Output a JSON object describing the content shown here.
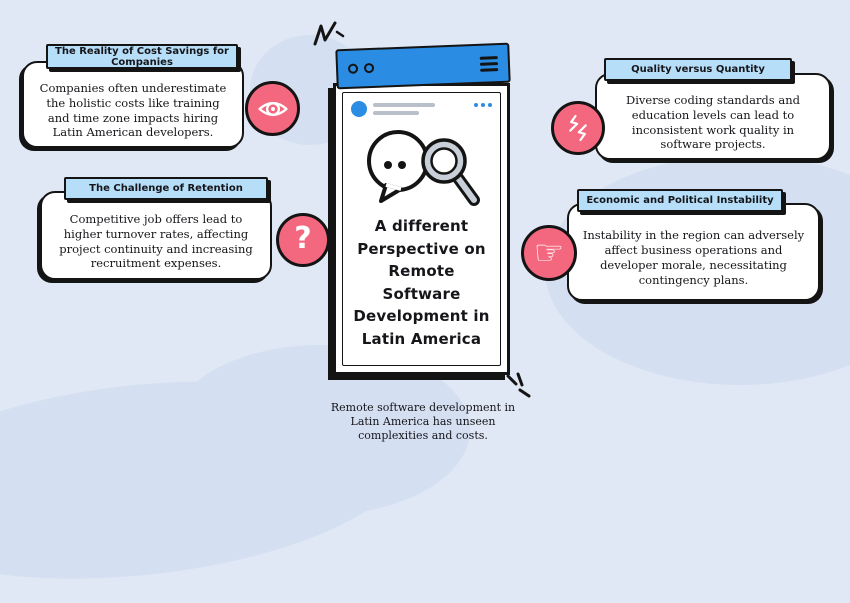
{
  "page": {
    "background": "#dfe8f4",
    "blob_color": "#d4dff1"
  },
  "colors": {
    "accent_blue": "#2a8ce2",
    "callout_header_fill": "#b6def8",
    "icon_pink": "#f4687f",
    "ink": "#141414",
    "placeholder_gray": "#b9c0c9",
    "lens_gray": "#c9cfd8"
  },
  "callouts": [
    {
      "title": "The Reality of Cost Savings for Companies",
      "body": "Companies often underestimate the holistic costs like training and time zone impacts hiring Latin American developers.",
      "icon": "eye-icon"
    },
    {
      "title": "The Challenge of Retention",
      "body": "Competitive job offers lead to higher turnover rates, affecting project continuity and increasing recruitment expenses.",
      "icon": "question-icon"
    },
    {
      "title": "Quality versus Quantity",
      "body": "Diverse coding standards and education levels can lead to inconsistent work quality in software projects.",
      "icon": "clash-icon"
    },
    {
      "title": "Economic and Political Instability",
      "body": "Instability in the region can adversely affect business operations and developer morale, necessitating contingency plans.",
      "icon": "pointing-hand-icon"
    }
  ],
  "glyphs": {
    "question": "?",
    "pointing_hand": "☞"
  },
  "phone": {
    "title": "A different\nPerspective on\nRemote\nSoftware\nDevelopment in\nLatin America",
    "window_dots": 2,
    "menu_icon": "hamburger-icon",
    "more_icon": "three-dots-icon",
    "illustration": "speech-bubble-with-magnifier"
  },
  "caption": "Remote software development in\nLatin America has unseen\ncomplexities and costs."
}
